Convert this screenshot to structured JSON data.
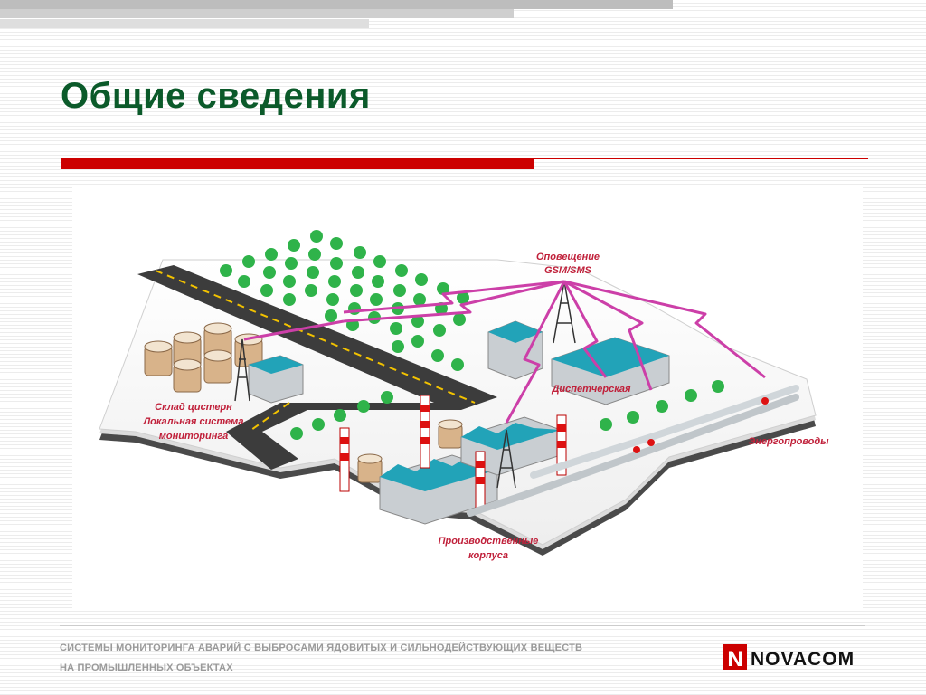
{
  "slide": {
    "title": "Общие сведения",
    "footer_line1": "СИСТЕМЫ МОНИТОРИНГА АВАРИЙ С ВЫБРОСАМИ ЯДОВИТЫХ И СИЛЬНОДЕЙСТВУЮЩИХ ВЕЩЕСТВ",
    "footer_line2": "НА ПРОМЫШЛЕННЫХ ОБЪЕКТАХ"
  },
  "logo": {
    "mark": "N",
    "text": "NOVACOM"
  },
  "diagram": {
    "labels": {
      "alert_line1": "Оповещение",
      "alert_line2": "GSM/SMS",
      "tank_line1": "Склад цистерн",
      "tank_line2": "Локальная система",
      "tank_line3": "мониторинга",
      "dispatch": "Диспетчерская",
      "power": "Энергопроводы",
      "prod_line1": "Производственные",
      "prod_line2": "корпуса"
    }
  },
  "colors": {
    "title": "#0b5a2a",
    "accent_red": "#cc0000",
    "signal": "#cc3fa8",
    "label": "#c0203a",
    "tree": "#2fb34a",
    "roof": "#22a3b8"
  }
}
